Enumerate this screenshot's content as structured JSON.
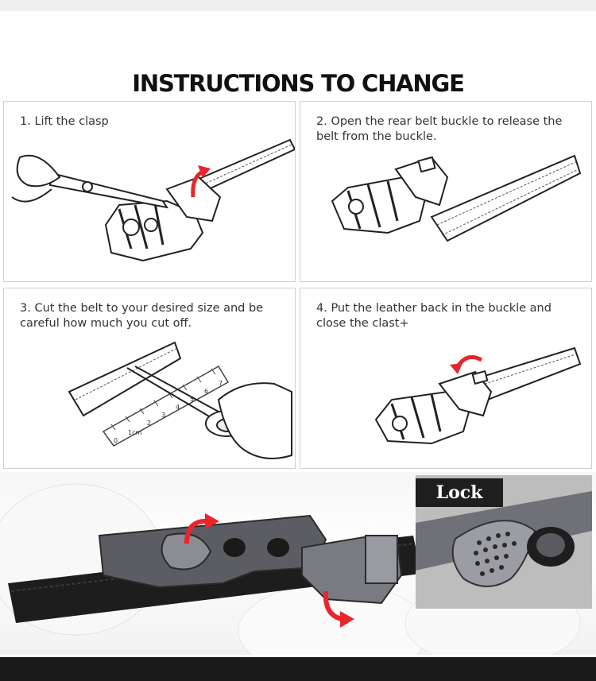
{
  "title": "INSTRUCTIONS TO CHANGE",
  "steps": [
    {
      "text": "1. Lift the clasp"
    },
    {
      "text": "2. Open the rear belt buckle to release the belt from the buckle."
    },
    {
      "text": "3. Cut the belt to your desired size and be careful how much you cut off."
    },
    {
      "text": "4. Put the leather back in the buckle and close the clast+"
    }
  ],
  "ruler_labels": [
    "0",
    "1cm",
    "2",
    "3",
    "4",
    "5",
    "6",
    "7"
  ],
  "photo": {
    "lock_label": "Lock"
  },
  "colors": {
    "arrow": "#e8262c",
    "panel_border": "#cfcfcf",
    "bottom_bar": "#1a1a1a"
  }
}
